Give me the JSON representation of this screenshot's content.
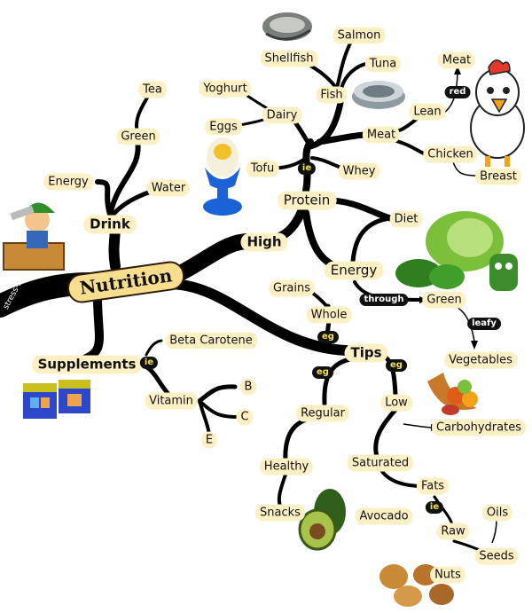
{
  "center": "Nutrition",
  "branch_text": "stress-less",
  "labels": {
    "tea": "Tea",
    "green_drink": "Green",
    "energy_drink": "Energy",
    "water": "Water",
    "drink": "Drink",
    "high": "High",
    "protein": "Protein",
    "tofu": "Tofu",
    "whey": "Whey",
    "eggs": "Eggs",
    "yoghurt": "Yoghurt",
    "dairy": "Dairy",
    "fish": "Fish",
    "shellfish": "Shellfish",
    "salmon": "Salmon",
    "tuna": "Tuna",
    "meat": "Meat",
    "lean": "Lean",
    "meat_top": "Meat",
    "chicken": "Chicken",
    "breast": "Breast",
    "diet": "Diet",
    "energy_green": "Energy",
    "green_veg": "Green",
    "vegetables": "Vegetables",
    "grains": "Grains",
    "whole": "Whole",
    "tips": "Tips",
    "regular": "Regular",
    "healthy": "Healthy",
    "snacks": "Snacks",
    "low": "Low",
    "carbohydrates": "Carbohydrates",
    "saturated": "Saturated",
    "fats": "Fats",
    "avocado": "Avocado",
    "raw": "Raw",
    "oils": "Oils",
    "seeds": "Seeds",
    "nuts": "Nuts",
    "supplements": "Supplements",
    "beta_carotene": "Beta Carotene",
    "vitamin": "Vitamin",
    "b": "B",
    "c": "C",
    "e": "E"
  },
  "connectors": {
    "ie_protein": "ie",
    "red": "red",
    "through": "through",
    "leafy": "leafy",
    "eg_whole": "eg",
    "eg_regular": "eg",
    "eg_low": "eg",
    "ie_fats": "ie",
    "ie_supp": "ie"
  },
  "colors": {
    "branch": "#000000",
    "label_bg": "#fdf0c4",
    "center_bg": "#f7dd8e"
  }
}
